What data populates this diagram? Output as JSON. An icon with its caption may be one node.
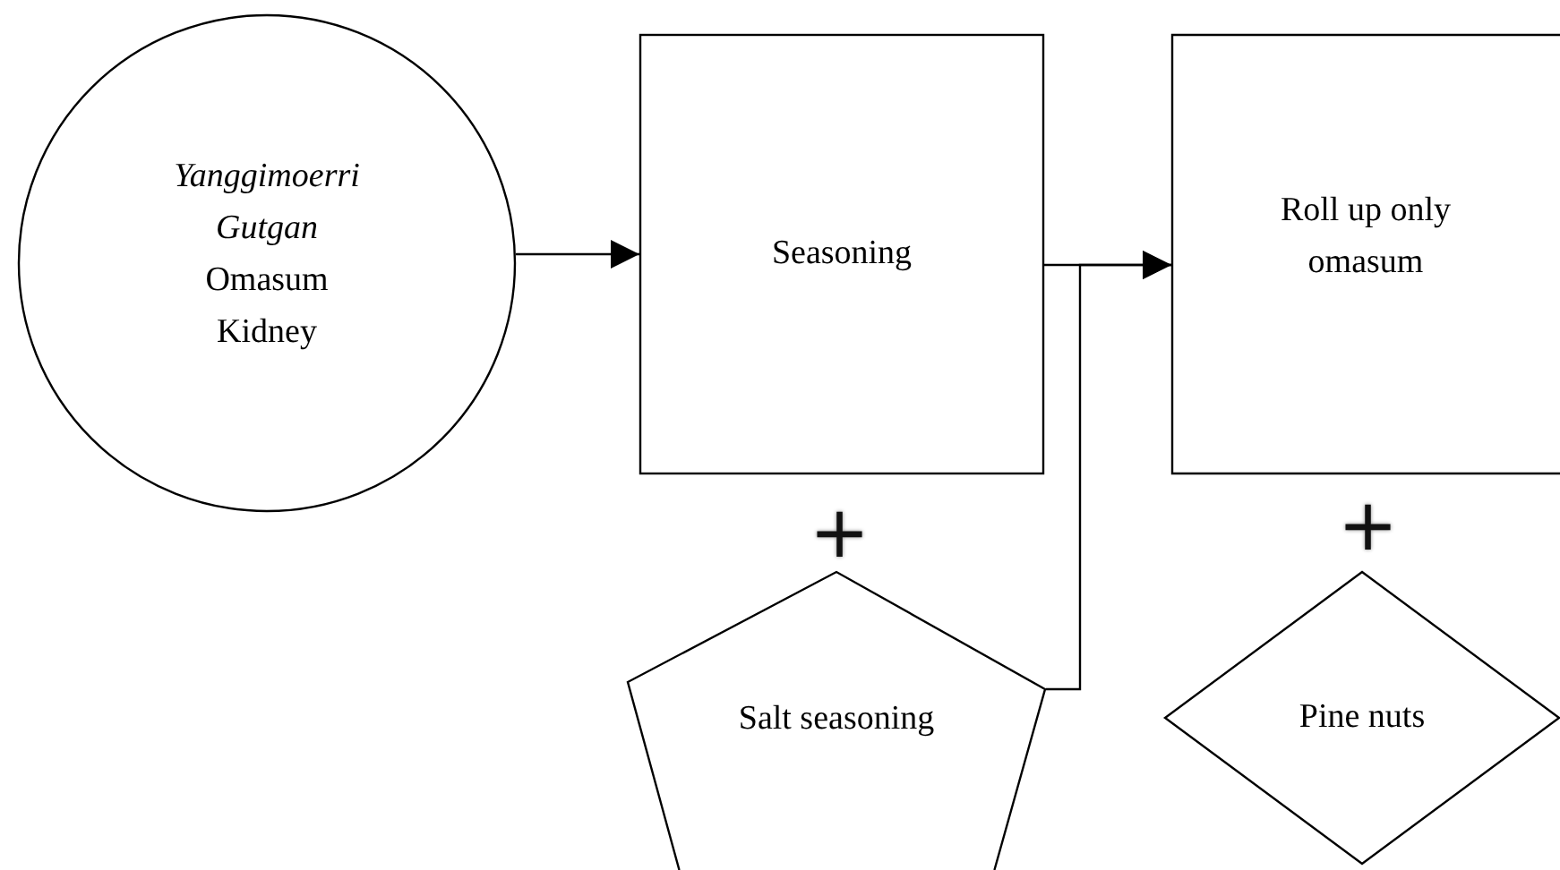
{
  "diagram": {
    "nodes": [
      {
        "text": [
          "*Yanggimoerri* *Gutgan* Omasum Kidney"
        ]
      },
      {
        "text": [
          "Seasoning"
        ]
      },
      {
        "text": [
          "Salt seasoning"
        ]
      },
      {
        "text": [
          "Roll up only omasum"
        ]
      },
      {
        "text": [
          "Pine nuts"
        ]
      }
    ],
    "edges": [
      {
        "from": 0,
        "to": 1,
        "arrow": "to"
      },
      {
        "from": 1,
        "to": 3,
        "arrow": "to"
      },
      {
        "from": 2,
        "to": 3,
        "arrow": "to"
      }
    ],
    "labels": [
      "+",
      "+"
    ]
  }
}
